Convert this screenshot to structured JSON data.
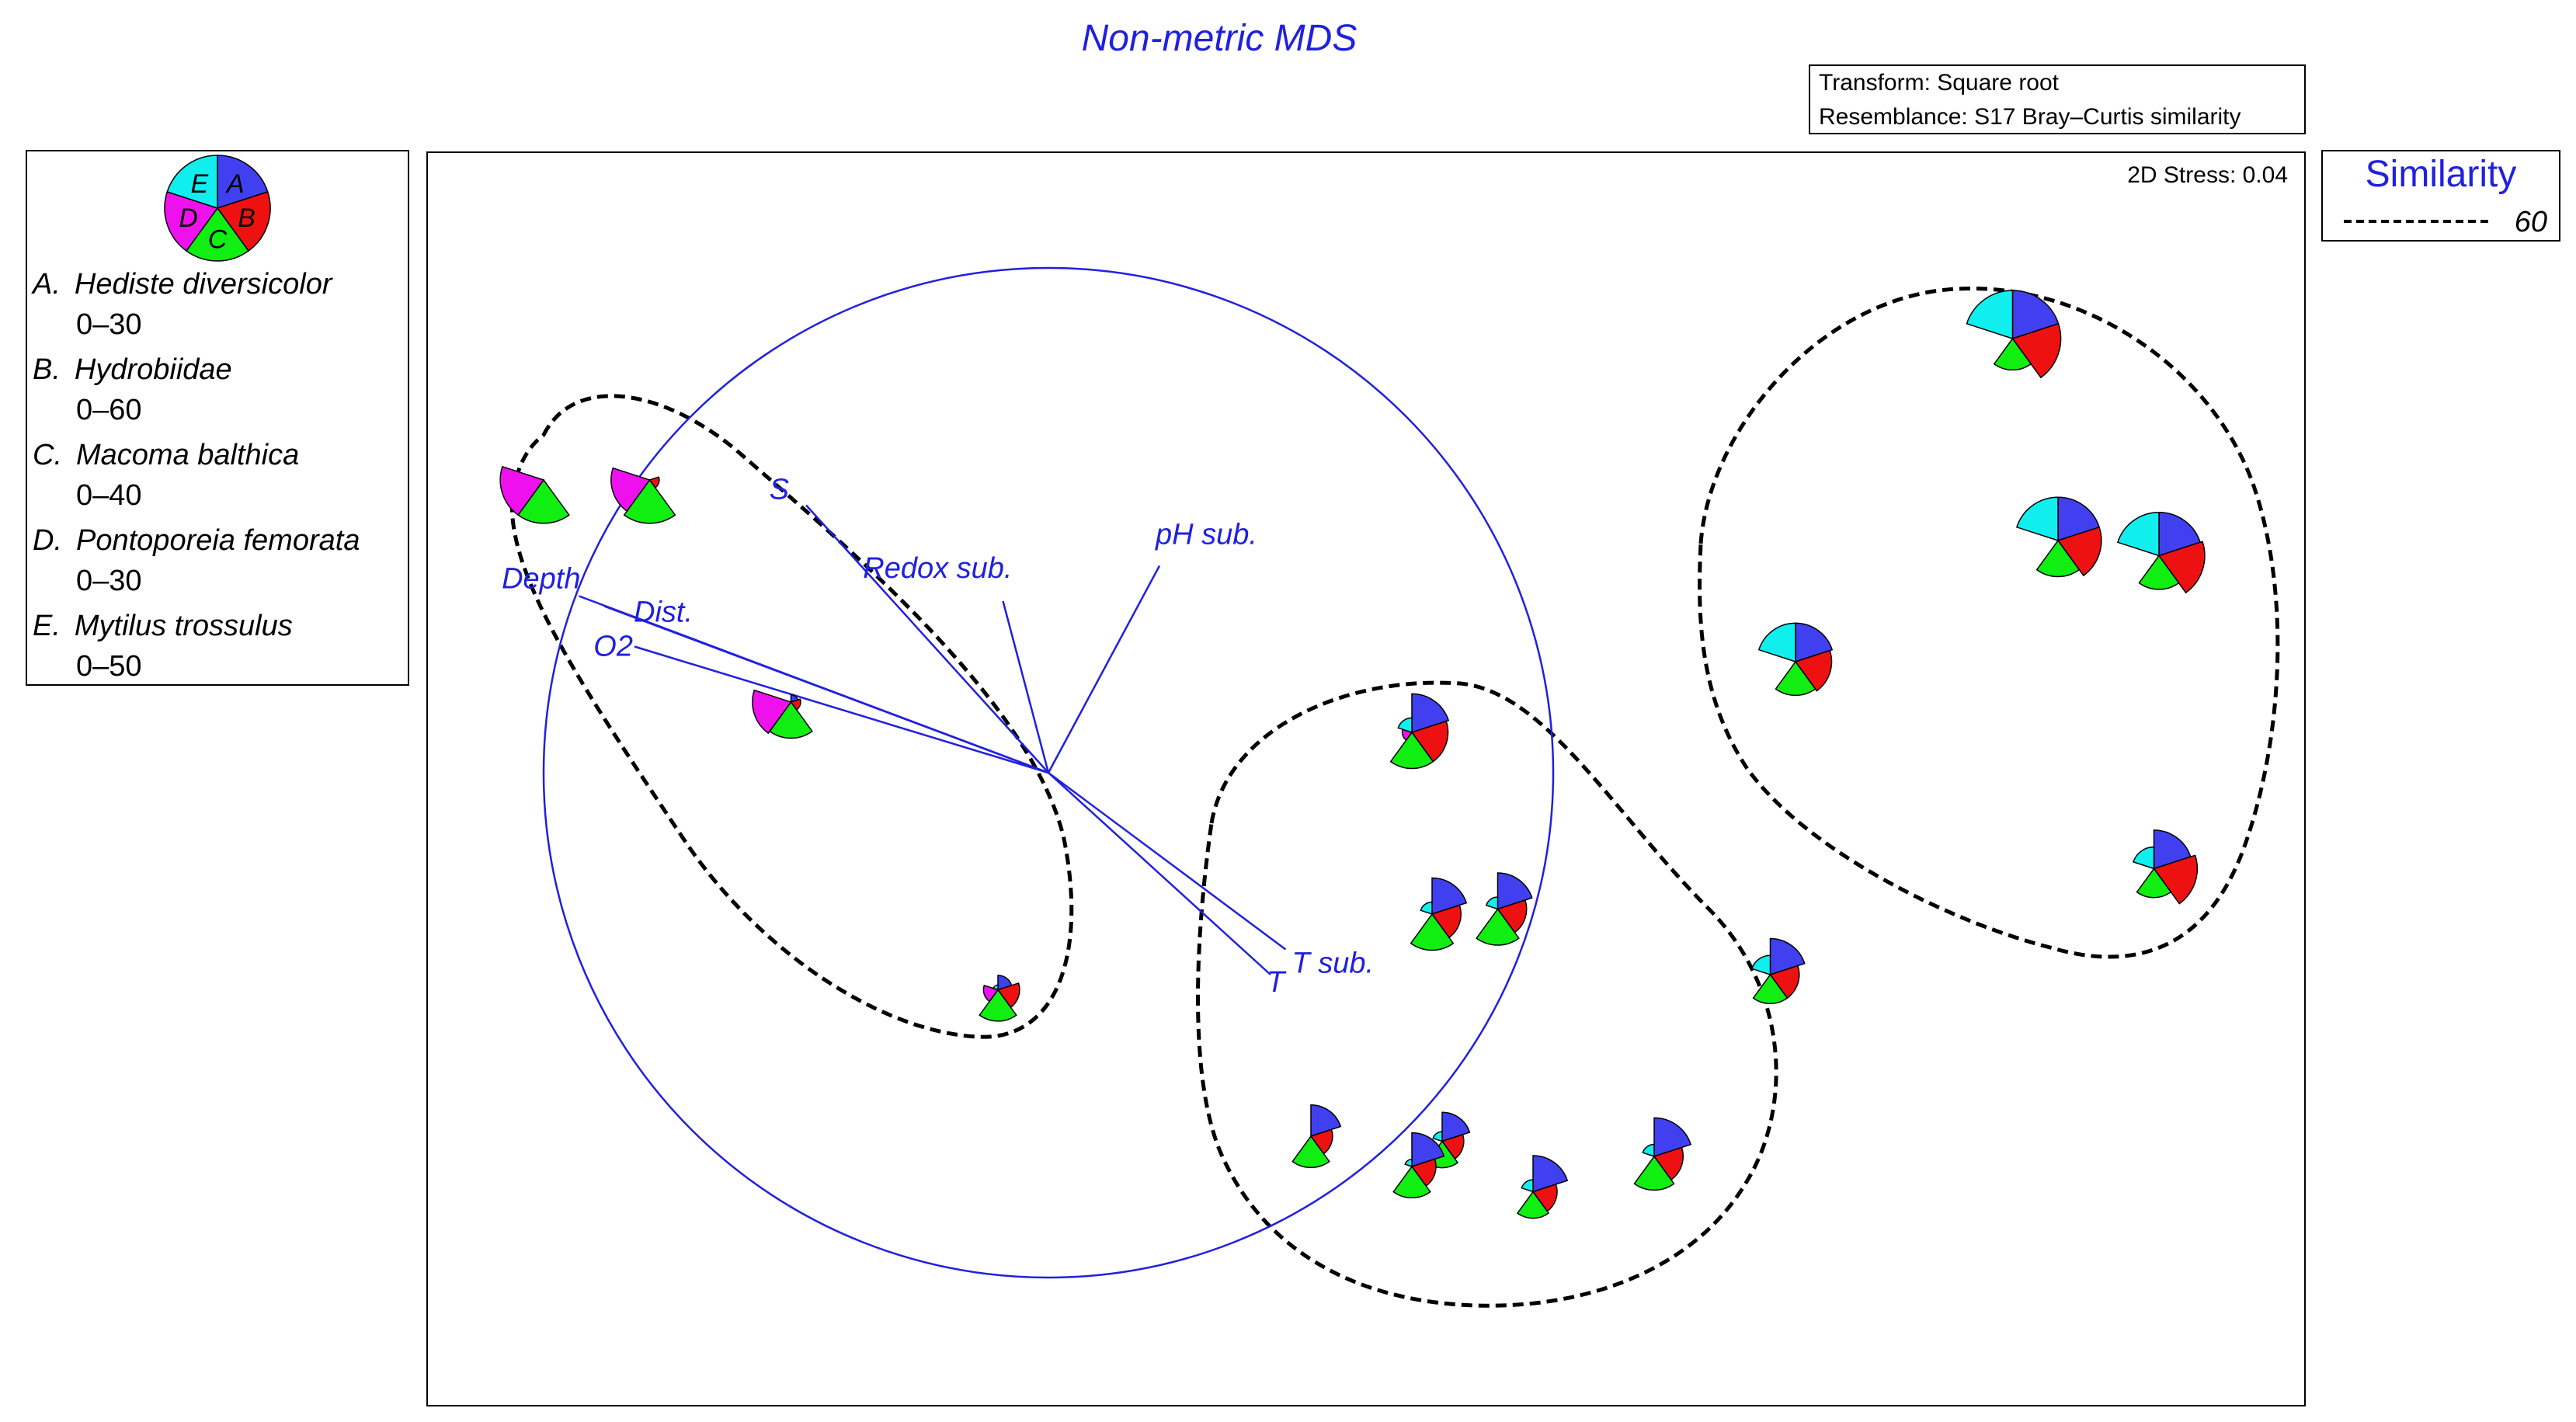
{
  "chart_data": {
    "type": "scatter",
    "title": "Non-metric MDS",
    "transform_label": "Transform: Square root",
    "resemblance_label": "Resemblance: S17 Bray–Curtis similarity",
    "stress_label": "2D Stress: 0.04",
    "similarity": {
      "title": "Similarity",
      "value": "60"
    },
    "species_colors": {
      "A": "#4040f0",
      "B": "#ee1111",
      "C": "#11ee11",
      "D": "#ee11ee",
      "E": "#11eeee"
    },
    "legend": [
      {
        "letter": "A.",
        "name": "Hediste diversicolor",
        "range": "0–30"
      },
      {
        "letter": "B.",
        "name": "Hydrobiidae",
        "range": "0–60"
      },
      {
        "letter": "C.",
        "name": "Macoma balthica",
        "range": "0–40"
      },
      {
        "letter": "D.",
        "name": "Pontoporeia femorata",
        "range": "0–30"
      },
      {
        "letter": "E.",
        "name": "Mytilus trossulus",
        "range": "0–50"
      }
    ],
    "pie_key_letters": [
      "A",
      "B",
      "C",
      "D",
      "E"
    ],
    "vector_circle": {
      "center": [
        0,
        0
      ],
      "radius": 1
    },
    "vectors": [
      {
        "label": "S",
        "x": -0.48,
        "y": 0.53
      },
      {
        "label": "Redox sub.",
        "x": -0.09,
        "y": 0.34
      },
      {
        "label": "pH sub.",
        "x": 0.22,
        "y": 0.41
      },
      {
        "label": "Depth",
        "x": -0.93,
        "y": 0.35
      },
      {
        "label": "Dist.",
        "x": -0.88,
        "y": 0.33
      },
      {
        "label": "O2",
        "x": -0.82,
        "y": 0.25
      },
      {
        "label": "T sub.",
        "x": 0.47,
        "y": -0.35
      },
      {
        "label": "T",
        "x": 0.44,
        "y": -0.4
      }
    ],
    "samples": [
      {
        "x": -1.0,
        "y": 0.58,
        "A": 0,
        "B": 0,
        "C": 0.9,
        "D": 0.9,
        "E": 0
      },
      {
        "x": -0.79,
        "y": 0.58,
        "A": 0,
        "B": 0.2,
        "C": 0.9,
        "D": 0.8,
        "E": 0
      },
      {
        "x": -0.51,
        "y": 0.14,
        "A": 0.15,
        "B": 0.2,
        "C": 0.75,
        "D": 0.8,
        "E": 0
      },
      {
        "x": -0.1,
        "y": -0.43,
        "A": 0.3,
        "B": 0.45,
        "C": 0.65,
        "D": 0.3,
        "E": 0.1
      },
      {
        "x": 0.72,
        "y": 0.08,
        "A": 0.8,
        "B": 0.75,
        "C": 0.75,
        "D": 0.2,
        "E": 0.3
      },
      {
        "x": 0.76,
        "y": -0.28,
        "A": 0.75,
        "B": 0.6,
        "C": 0.75,
        "D": 0,
        "E": 0.25
      },
      {
        "x": 0.89,
        "y": -0.27,
        "A": 0.75,
        "B": 0.6,
        "C": 0.75,
        "D": 0,
        "E": 0.25
      },
      {
        "x": 1.43,
        "y": -0.4,
        "A": 0.75,
        "B": 0.6,
        "C": 0.6,
        "D": 0,
        "E": 0.4
      },
      {
        "x": 0.52,
        "y": -0.72,
        "A": 0.65,
        "B": 0.45,
        "C": 0.65,
        "D": 0,
        "E": 0
      },
      {
        "x": 0.78,
        "y": -0.73,
        "A": 0.6,
        "B": 0.45,
        "C": 0.55,
        "D": 0,
        "E": 0.2
      },
      {
        "x": 0.72,
        "y": -0.78,
        "A": 0.7,
        "B": 0.5,
        "C": 0.65,
        "D": 0,
        "E": 0.15
      },
      {
        "x": 0.96,
        "y": -0.83,
        "A": 0.75,
        "B": 0.5,
        "C": 0.55,
        "D": 0,
        "E": 0.25
      },
      {
        "x": 1.2,
        "y": -0.76,
        "A": 0.8,
        "B": 0.6,
        "C": 0.7,
        "D": 0,
        "E": 0.25
      },
      {
        "x": 1.91,
        "y": 0.86,
        "A": 1.0,
        "B": 1.0,
        "C": 0.65,
        "D": 0,
        "E": 1.0
      },
      {
        "x": 2.0,
        "y": 0.46,
        "A": 0.9,
        "B": 0.9,
        "C": 0.75,
        "D": 0,
        "E": 0.9
      },
      {
        "x": 2.2,
        "y": 0.43,
        "A": 0.9,
        "B": 0.95,
        "C": 0.7,
        "D": 0,
        "E": 0.9
      },
      {
        "x": 1.48,
        "y": 0.22,
        "A": 0.8,
        "B": 0.75,
        "C": 0.7,
        "D": 0,
        "E": 0.8
      },
      {
        "x": 2.19,
        "y": -0.19,
        "A": 0.8,
        "B": 0.9,
        "C": 0.6,
        "D": 0,
        "E": 0.45
      }
    ]
  }
}
